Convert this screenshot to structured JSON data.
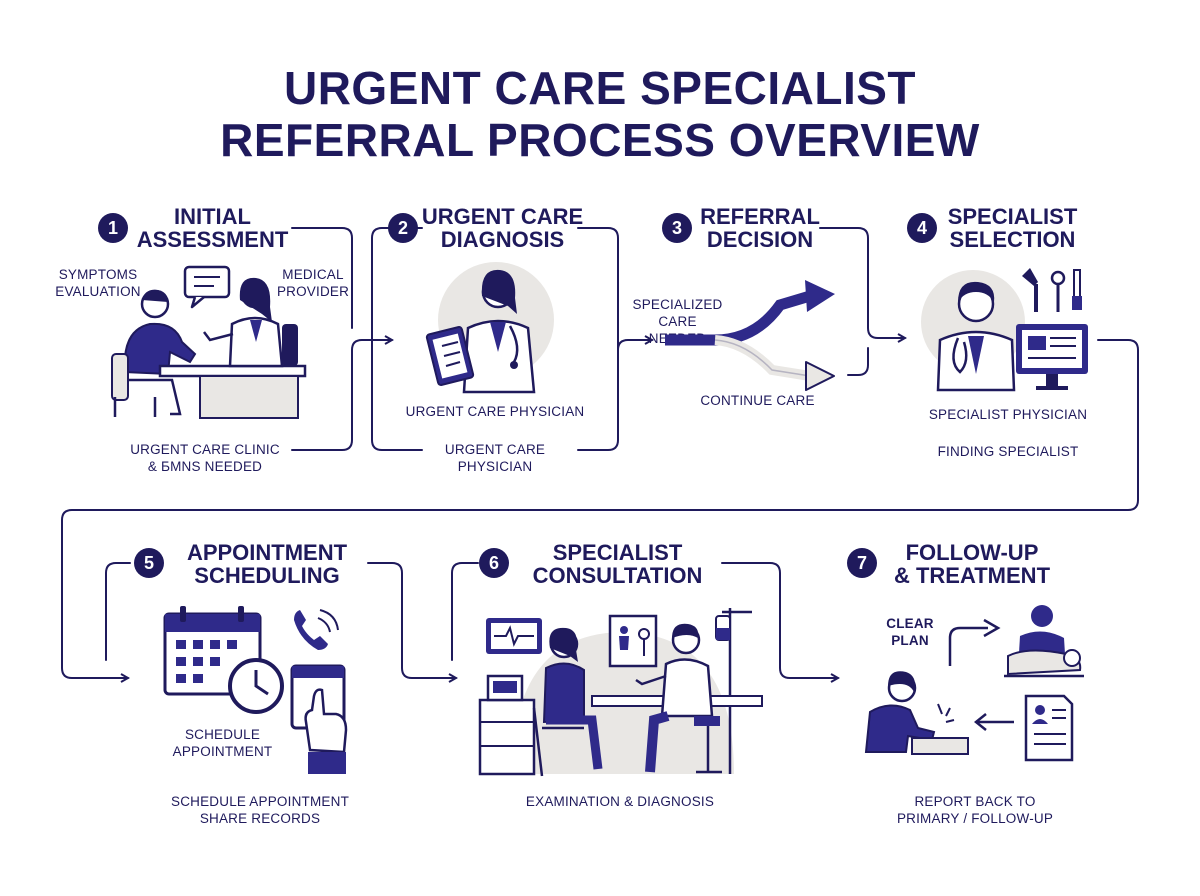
{
  "title": {
    "line1": "URGENT CARE SPECIALIST",
    "line2": "REFERRAL PROCESS OVERVIEW"
  },
  "steps": [
    {
      "number": "1",
      "title_line1": "INITIAL",
      "title_line2": "ASSESSMENT",
      "labels": {
        "left_line1": "SYMPTOMS",
        "left_line2": "EVALUATION",
        "right_line1": "MEDICAL",
        "right_line2": "PROVIDER",
        "bottom_line1": "URGENT CARE CLINIC",
        "bottom_line2": "& ƂMNS NEEDED"
      }
    },
    {
      "number": "2",
      "title_line1": "URGENT CARE",
      "title_line2": "DIAGNOSIS",
      "labels": {
        "caption": "URGENT CARE PHYSICIAN",
        "bottom_line1": "URGENT CARE",
        "bottom_line2": "PHYSICIAN"
      }
    },
    {
      "number": "3",
      "title_line1": "REFERRAL",
      "title_line2": "DECISION",
      "labels": {
        "upper_line1": "SPECIALIZED",
        "upper_line2": "CARE NEEDED",
        "lower": "CONTINUE CARE"
      }
    },
    {
      "number": "4",
      "title_line1": "SPECIALIST",
      "title_line2": "SELECTION",
      "labels": {
        "caption": "SPECIALIST PHYSICIAN",
        "bottom": "FINDING SPECIALIST"
      }
    },
    {
      "number": "5",
      "title_line1": "APPOINTMENT",
      "title_line2": "SCHEDULING",
      "labels": {
        "inner_line1": "SCHEDULE",
        "inner_line2": "APPOINTMENT",
        "bottom_line1": "SCHEDULE APPOINTMENT",
        "bottom_line2": "SHARE RECORDS"
      }
    },
    {
      "number": "6",
      "title_line1": "SPECIALIST",
      "title_line2": "CONSULTATION",
      "labels": {
        "bottom": "EXAMINATION & DIAGNOSIS"
      }
    },
    {
      "number": "7",
      "title_line1": "FOLLOW-UP",
      "title_line2": "& TREATMENT",
      "labels": {
        "inner_line1": "CLEAR",
        "inner_line2": "PLAN",
        "bottom_line1": "REPORT BACK TO",
        "bottom_line2": "PRIMARY / FOLLOW-UP"
      }
    }
  ],
  "colors": {
    "navy": "#1f1a5c",
    "indigo": "#2f2a8a",
    "grey_fill": "#e9e7e4"
  },
  "icons": [
    "chat-bubble-icon",
    "clipboard-icon",
    "stethoscope-icon",
    "branch-arrow-icon",
    "monitor-icon",
    "tools-icon",
    "calendar-icon",
    "clock-icon",
    "phone-icon",
    "hand-pointer-icon",
    "heart-monitor-icon",
    "iv-drip-icon",
    "xray-chart-icon",
    "report-document-icon"
  ]
}
